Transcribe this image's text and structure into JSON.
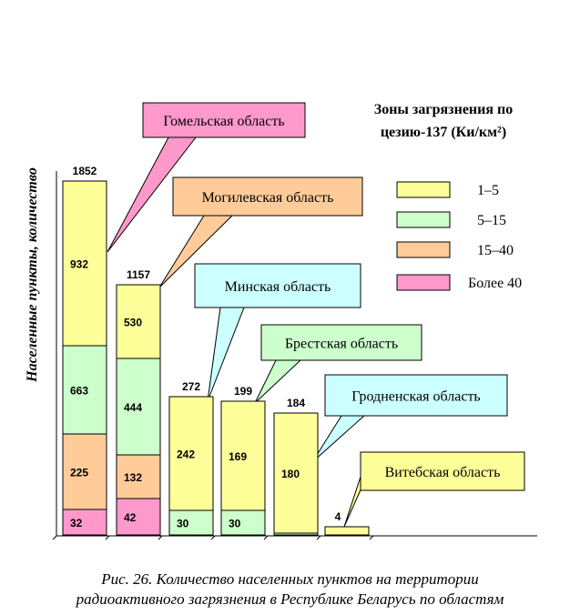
{
  "chart_data": {
    "type": "bar",
    "stacked": true,
    "ylabel": "Населенные пункты, количество",
    "legend_title": "Зоны загрязнения по цезию-137 (Ки/км²)",
    "legend_position": "top-right",
    "grid": false,
    "categories": [
      "Гомельская область",
      "Могилевская область",
      "Минская область",
      "Брестская область",
      "Гродненская область",
      "Витебская область"
    ],
    "totals": [
      "1852",
      "1157",
      "272",
      "199",
      "184",
      "4"
    ],
    "series": [
      {
        "name": "1–5",
        "color": "#ffff99",
        "values": [
          932,
          530,
          242,
          169,
          180,
          4
        ]
      },
      {
        "name": "5–15",
        "color": "#ccffcc",
        "values": [
          663,
          444,
          30,
          30,
          4,
          0
        ]
      },
      {
        "name": "15–40",
        "color": "#ffcc99",
        "values": [
          225,
          132,
          0,
          0,
          0,
          0
        ]
      },
      {
        "name": "Более 40",
        "color": "#ff99cc",
        "values": [
          32,
          42,
          0,
          0,
          0,
          0
        ]
      }
    ],
    "segment_labels": [
      {
        "bar": 0,
        "series": 3,
        "text": "32"
      },
      {
        "bar": 0,
        "series": 2,
        "text": "225"
      },
      {
        "bar": 0,
        "series": 1,
        "text": "663"
      },
      {
        "bar": 0,
        "series": 0,
        "text": "932"
      },
      {
        "bar": 1,
        "series": 3,
        "text": "42"
      },
      {
        "bar": 1,
        "series": 2,
        "text": "132"
      },
      {
        "bar": 1,
        "series": 1,
        "text": "444"
      },
      {
        "bar": 1,
        "series": 0,
        "text": "530"
      },
      {
        "bar": 2,
        "series": 1,
        "text": "30"
      },
      {
        "bar": 2,
        "series": 0,
        "text": "242"
      },
      {
        "bar": 3,
        "series": 1,
        "text": "30"
      },
      {
        "bar": 3,
        "series": 0,
        "text": "169"
      },
      {
        "bar": 4,
        "series": 0,
        "text": "180"
      }
    ],
    "callout_colors": [
      "#ff99cc",
      "#ffcc99",
      "#ccffff",
      "#ccffcc",
      "#ccffff",
      "#ffff99"
    ]
  },
  "caption": {
    "line1": "Рис. 26. Количество населенных пунктов на территории",
    "line2": "радиоактивного загрязнения в Республике Беларусь по областям"
  }
}
